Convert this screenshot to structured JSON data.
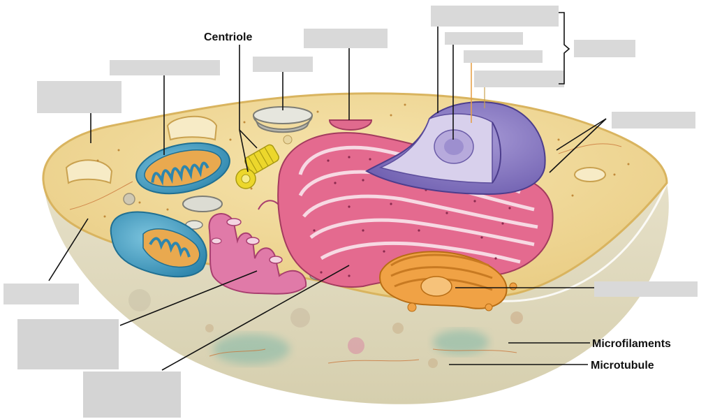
{
  "labels": {
    "centriole": "Centriole",
    "microfilaments": "Microfilaments",
    "microtubule": "Microtubule"
  },
  "colors": {
    "cytoplasm": "#f3dc9a",
    "membrane": "#e7c476",
    "rough_er": "#e46a8f",
    "smooth_er": "#e07aa8",
    "nucleus": "#8c7ec4",
    "nucleolus": "#c8bfe7",
    "mitochondria": "#4ea6c9",
    "mito_cristae": "#e8a84c",
    "golgi": "#f0a245",
    "centriole": "#e8d62a",
    "blank_box": "#d9d9d9"
  }
}
